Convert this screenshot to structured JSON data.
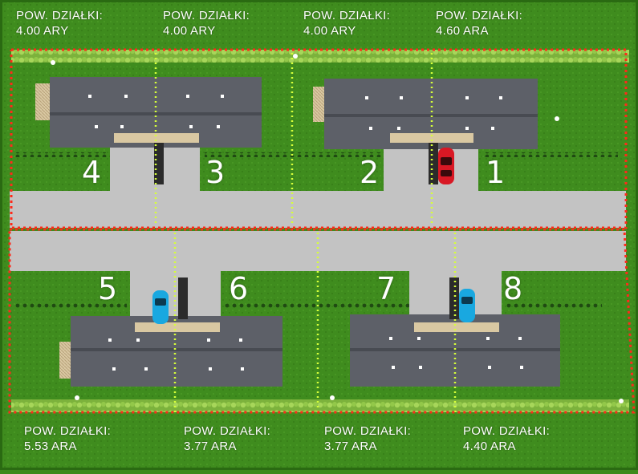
{
  "top_labels": [
    {
      "title": "POW. DZIAŁKI:",
      "area": "4.00 ARY"
    },
    {
      "title": "POW. DZIAŁKI:",
      "area": "4.00 ARY"
    },
    {
      "title": "POW. DZIAŁKI:",
      "area": "4.00 ARY"
    },
    {
      "title": "POW. DZIAŁKI:",
      "area": "4.60 ARA"
    }
  ],
  "bottom_labels": [
    {
      "title": "POW. DZIAŁKI:",
      "area": "5.53 ARA"
    },
    {
      "title": "POW. DZIAŁKI:",
      "area": "3.77 ARA"
    },
    {
      "title": "POW. DZIAŁKI:",
      "area": "3.77 ARA"
    },
    {
      "title": "POW. DZIAŁKI:",
      "area": "4.40 ARA"
    }
  ],
  "plot_numbers": [
    "1",
    "2",
    "3",
    "4",
    "5",
    "6",
    "7",
    "8"
  ],
  "colors": {
    "grass": "#3d8a1c",
    "grass_dark": "#2f7414",
    "road": "#c3c3c3",
    "roof": "#5d6068",
    "roof_dark": "#484b52",
    "boundary_outer": "#ff2a1a",
    "boundary_inner": "#d6ff3a",
    "car_red": "#d81824",
    "car_blue": "#19a8e0",
    "hedge": "#8fc24a"
  },
  "icons": [
    "red-car-icon",
    "blue-car-icon",
    "house-icon",
    "hedge-icon"
  ]
}
